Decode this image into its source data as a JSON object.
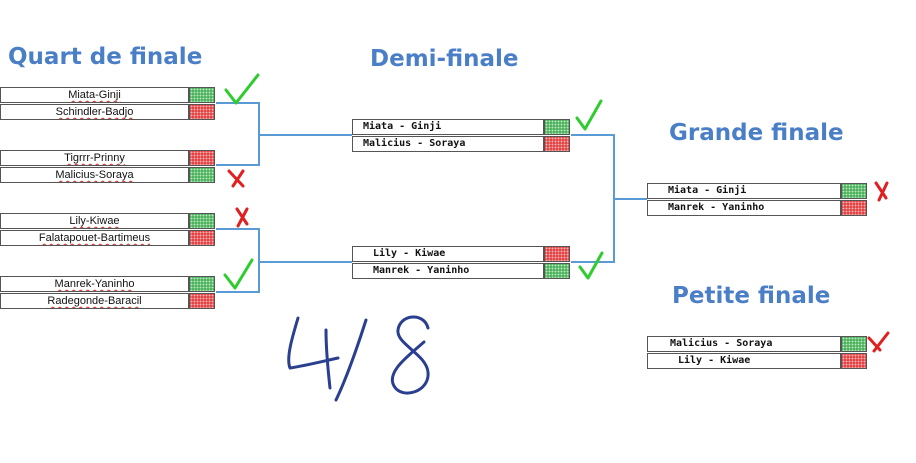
{
  "titles": {
    "quarter": "Quart de finale",
    "semi": "Demi-finale",
    "grande": "Grande finale",
    "petite": "Petite finale"
  },
  "quarter_finals": [
    {
      "teams": [
        "Miata-Ginji",
        "Schindler-Badjo"
      ],
      "results": [
        "win",
        "loss"
      ]
    },
    {
      "teams": [
        "Tigrrr-Prinny",
        "Malicius-Soraya"
      ],
      "results": [
        "loss",
        "win"
      ]
    },
    {
      "teams": [
        "Lily-Kiwae",
        "Falatapouet-Bartimeus"
      ],
      "results": [
        "win",
        "loss"
      ]
    },
    {
      "teams": [
        "Manrek-Yaninho",
        "Radegonde-Baracil"
      ],
      "results": [
        "win",
        "loss"
      ]
    }
  ],
  "semi_finals": [
    {
      "teams": [
        "Miata - Ginji",
        "Malicius - Soraya"
      ],
      "results": [
        "win",
        "loss"
      ]
    },
    {
      "teams": [
        "Lily - Kiwae",
        "Manrek - Yaninho"
      ],
      "results": [
        "loss",
        "win"
      ]
    }
  ],
  "grande_finale": {
    "teams": [
      "Miata - Ginji",
      "Manrek - Yaninho"
    ],
    "results": [
      "win",
      "loss"
    ]
  },
  "petite_finale": {
    "teams": [
      "Malicius - Soraya",
      "Lily - Kiwae"
    ],
    "results": [
      "win",
      "loss"
    ]
  },
  "annotations": {
    "score": "4/8",
    "marks": [
      "correct",
      "incorrect",
      "incorrect",
      "correct",
      "correct",
      "correct",
      "incorrect",
      "incorrect"
    ]
  },
  "colors": {
    "win": "#3aa64a",
    "loss": "#de2f2f",
    "connector": "#5b9bd5",
    "title": "#4a7fc8",
    "check": "#2ecc2e",
    "cross": "#e02020"
  }
}
